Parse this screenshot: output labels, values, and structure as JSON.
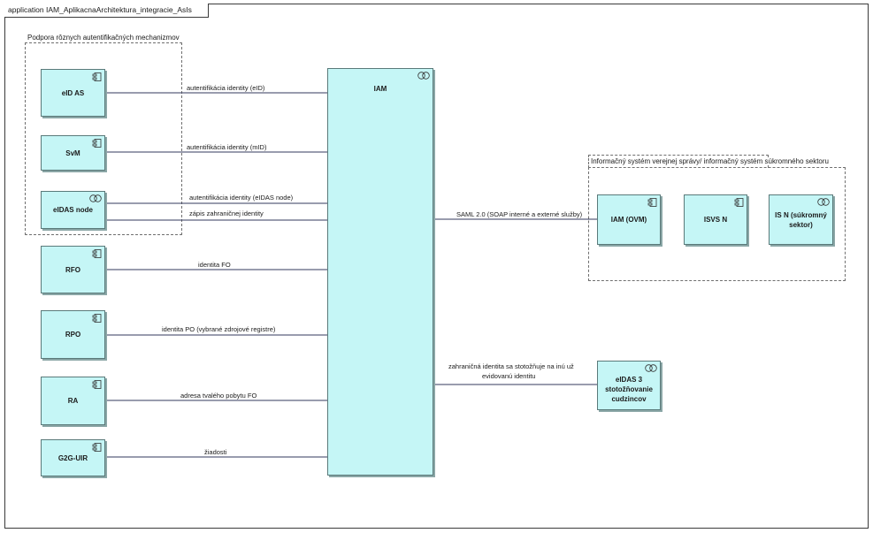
{
  "diagram": {
    "title": "application IAM_AplikacnaArchitektura_integracie_AsIs",
    "groups": {
      "auth": {
        "label": "Podpora rôznych autentifikačných mechanizmov"
      },
      "isvs": {
        "label": "Informačný systém verejnej správy/ informačný systém súkromného sektoru"
      }
    },
    "nodes": {
      "eid_as": {
        "label": "eID AS",
        "icon": "component-icon"
      },
      "svm": {
        "label": "SvM",
        "icon": "component-icon"
      },
      "eidas_node": {
        "label": "eIDAS node",
        "icon": "service-icon"
      },
      "rfo": {
        "label": "RFO",
        "icon": "component-icon"
      },
      "rpo": {
        "label": "RPO",
        "icon": "component-icon"
      },
      "ra": {
        "label": "RA",
        "icon": "component-icon"
      },
      "g2g_uir": {
        "label": "G2G-UIR",
        "icon": "component-icon"
      },
      "iam": {
        "label": "IAM",
        "icon": "service-icon"
      },
      "iam_ovm": {
        "label": "IAM (OVM)",
        "icon": "component-icon"
      },
      "isvs_n": {
        "label": "ISVS N",
        "icon": "component-icon"
      },
      "is_n": {
        "label": "IS N (súkromný sektor)",
        "icon": "service-icon"
      },
      "eidas3": {
        "label": "eIDAS 3 stotožňovanie cudzincov",
        "icon": "service-icon"
      }
    },
    "edges": {
      "e1": "autentifikácia identity (eID)",
      "e2": "autentifikácia identity (mID)",
      "e3": "autentifikácia identity (eIDAS node)",
      "e4": "zápis zahraničnej identity",
      "e5": "identita FO",
      "e6": "identita PO (vybrané zdrojové registre)",
      "e7": "adresa tvalého pobytu FO",
      "e8": "žiadosti",
      "e9": "SAML 2.0 (SOAP interné a externé služby)",
      "e10a": "zahraničná identita sa stotožňuje na inú už",
      "e10b": "evidovanú identitu"
    },
    "colors": {
      "node_fill": "#c5f6f6",
      "node_border": "#5a7a7a",
      "line": "#333a5c"
    }
  }
}
